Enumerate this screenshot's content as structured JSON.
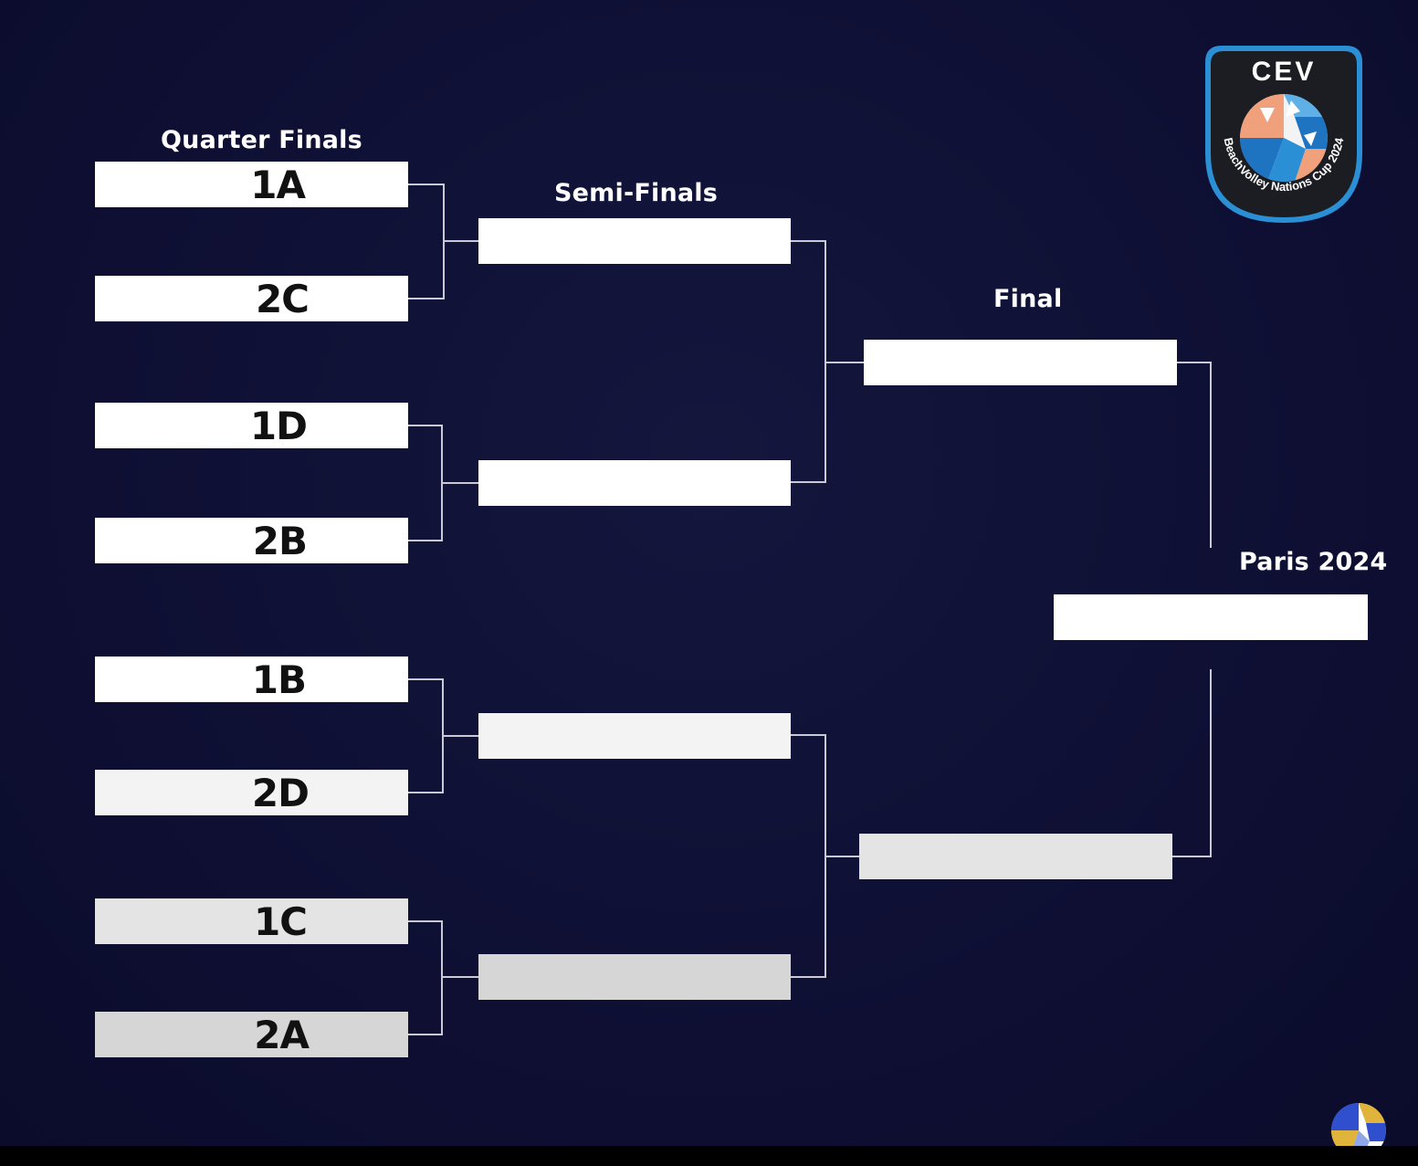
{
  "headers": {
    "quarter_finals": "Quarter Finals",
    "semi_finals": "Semi-Finals",
    "final": "Final",
    "paris": "Paris 2024"
  },
  "quarter_finals": [
    {
      "seed": "1A"
    },
    {
      "seed": "2C"
    },
    {
      "seed": "1D"
    },
    {
      "seed": "2B"
    },
    {
      "seed": "1B"
    },
    {
      "seed": "2D"
    },
    {
      "seed": "1C"
    },
    {
      "seed": "2A"
    }
  ],
  "semi_finals": [
    {
      "seed": ""
    },
    {
      "seed": ""
    },
    {
      "seed": ""
    },
    {
      "seed": ""
    }
  ],
  "finals": [
    {
      "seed": ""
    },
    {
      "seed": ""
    }
  ],
  "winner": {
    "seed": ""
  },
  "logo": {
    "org": "CEV",
    "event": "BeachVolley Nations Cup 2024",
    "icon": "volleyball-icon"
  },
  "corner_logo": {
    "icon": "volleyball-icon"
  },
  "colors": {
    "background": "#0e0f33",
    "slot": "#ffffff",
    "connector": "#c9cad6",
    "logo_ring": "#2a8fd4",
    "logo_orange": "#f0a07a",
    "logo_blue": "#1f74c2"
  }
}
